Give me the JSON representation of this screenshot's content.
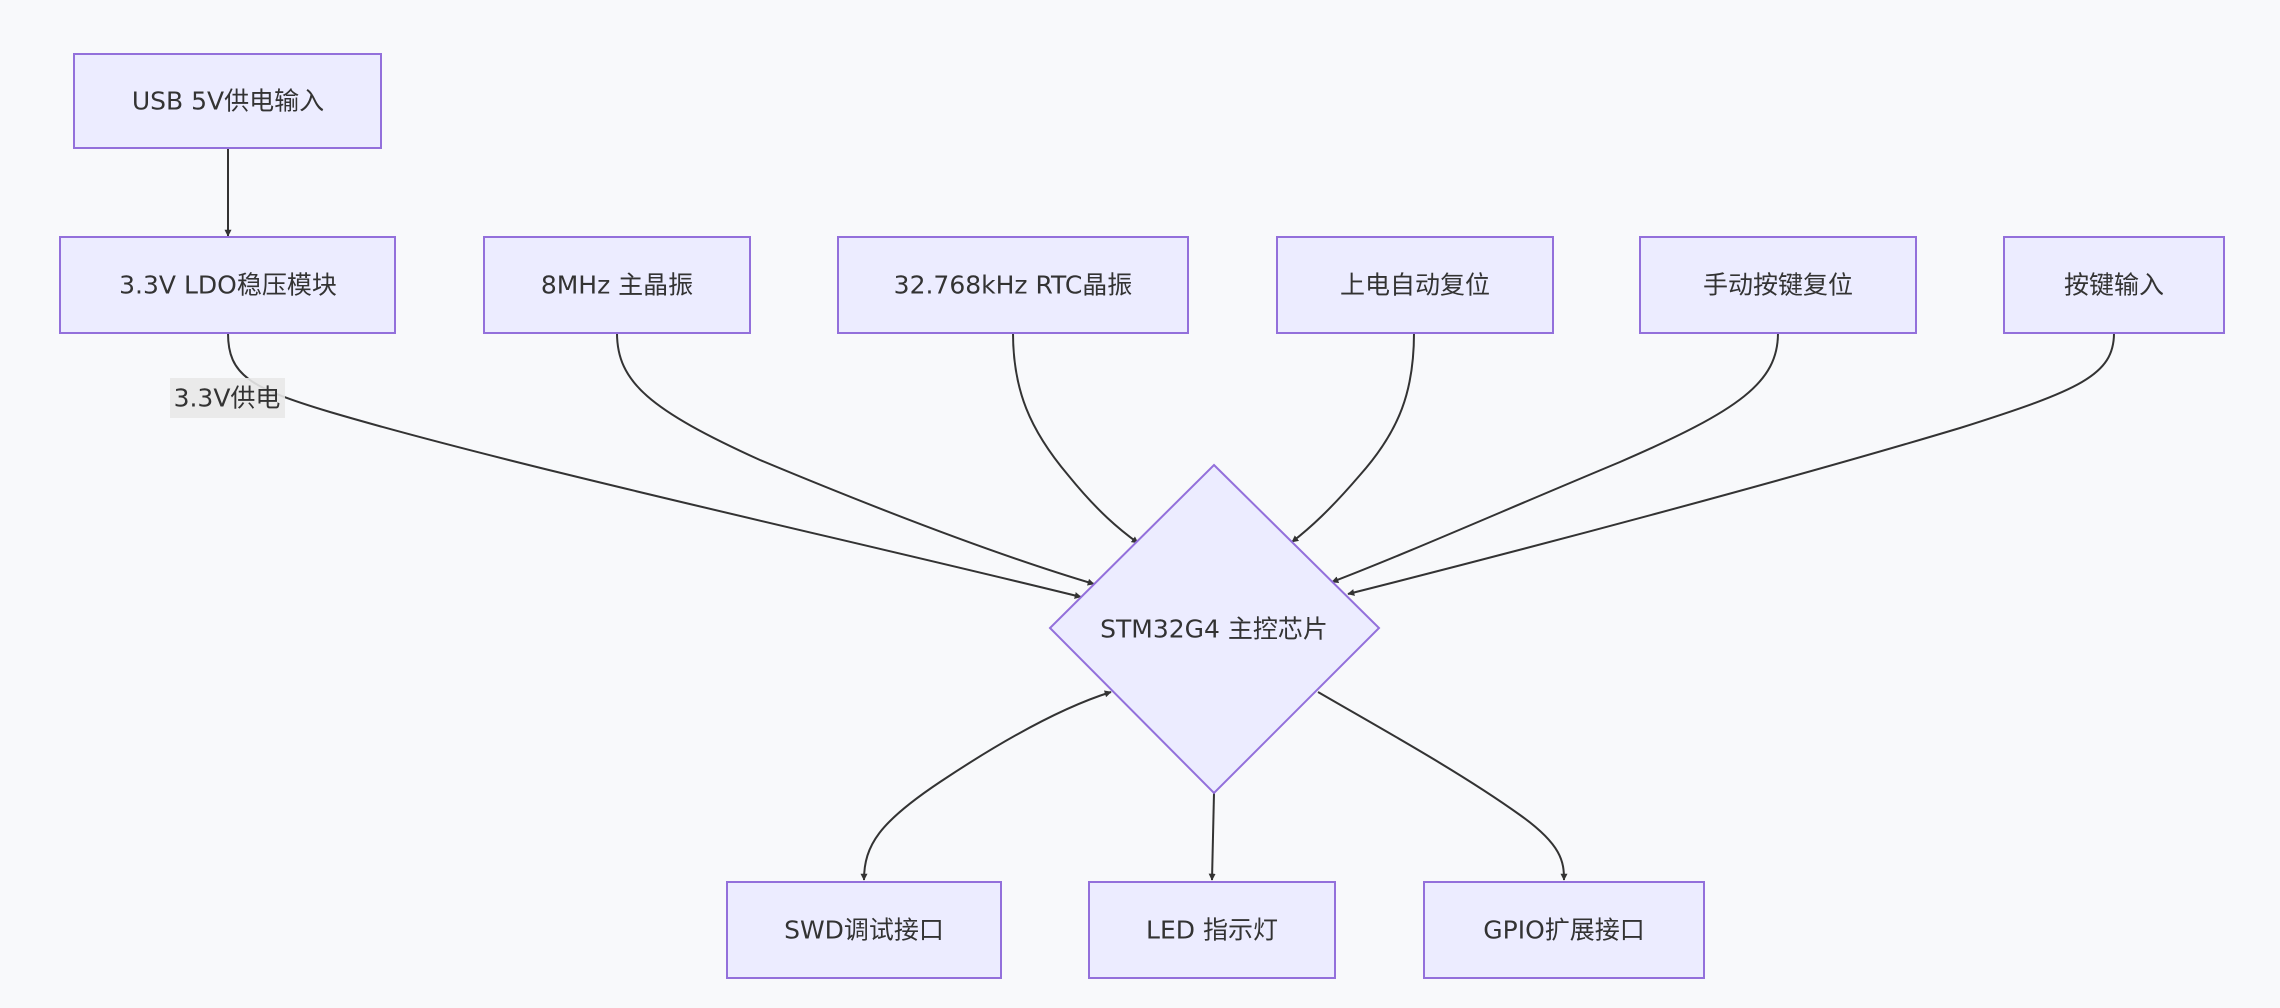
{
  "diagram": {
    "type": "flowchart",
    "colors": {
      "background": "#f8f9fb",
      "node_fill": "#ececff",
      "node_stroke": "#9370db",
      "edge": "#333333",
      "text": "#333333",
      "edge_label_bg": "#e8e8e8"
    },
    "nodes": {
      "usb": {
        "label": "USB 5V供电输入",
        "shape": "rect"
      },
      "ldo": {
        "label": "3.3V LDO稳压模块",
        "shape": "rect"
      },
      "hse": {
        "label": "8MHz 主晶振",
        "shape": "rect"
      },
      "lse": {
        "label": "32.768kHz RTC晶振",
        "shape": "rect"
      },
      "por": {
        "label": "上电自动复位",
        "shape": "rect"
      },
      "rst": {
        "label": "手动按键复位",
        "shape": "rect"
      },
      "key": {
        "label": "按键输入",
        "shape": "rect"
      },
      "mcu": {
        "label": "STM32G4 主控芯片",
        "shape": "diamond"
      },
      "swd": {
        "label": "SWD调试接口",
        "shape": "rect"
      },
      "led": {
        "label": "LED 指示灯",
        "shape": "rect"
      },
      "gpio": {
        "label": "GPIO扩展接口",
        "shape": "rect"
      }
    },
    "edges": [
      {
        "from": "usb",
        "to": "ldo",
        "label": ""
      },
      {
        "from": "ldo",
        "to": "mcu",
        "label": "3.3V供电"
      },
      {
        "from": "hse",
        "to": "mcu",
        "label": ""
      },
      {
        "from": "lse",
        "to": "mcu",
        "label": ""
      },
      {
        "from": "por",
        "to": "mcu",
        "label": ""
      },
      {
        "from": "rst",
        "to": "mcu",
        "label": ""
      },
      {
        "from": "key",
        "to": "mcu",
        "label": ""
      },
      {
        "from": "swd",
        "to": "mcu",
        "label": "",
        "bidirectional": true
      },
      {
        "from": "mcu",
        "to": "led",
        "label": ""
      },
      {
        "from": "mcu",
        "to": "gpio",
        "label": ""
      }
    ]
  }
}
